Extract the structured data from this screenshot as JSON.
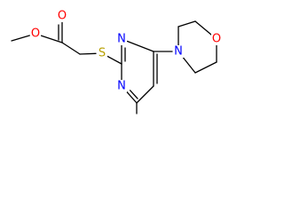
{
  "molecule": {
    "atoms": [
      {
        "id": "c_methyl_ester",
        "label": ""
      },
      {
        "id": "o_ester",
        "label": "O",
        "color": "#ff0000"
      },
      {
        "id": "c_carbonyl",
        "label": ""
      },
      {
        "id": "o_carbonyl",
        "label": "O",
        "color": "#ff0000"
      },
      {
        "id": "c_methylene",
        "label": ""
      },
      {
        "id": "s_thioether",
        "label": "S",
        "color": "#b8a000"
      },
      {
        "id": "c2",
        "label": ""
      },
      {
        "id": "n3",
        "label": "N",
        "color": "#0000ff"
      },
      {
        "id": "c4",
        "label": ""
      },
      {
        "id": "c5",
        "label": ""
      },
      {
        "id": "c6",
        "label": ""
      },
      {
        "id": "n1",
        "label": "N",
        "color": "#0000ff"
      },
      {
        "id": "c_methyl_ring",
        "label": ""
      },
      {
        "id": "n_morpholine",
        "label": "N",
        "color": "#0000ff"
      },
      {
        "id": "c_m1",
        "label": ""
      },
      {
        "id": "c_m2",
        "label": ""
      },
      {
        "id": "o_morpholine",
        "label": "O",
        "color": "#ff0000"
      },
      {
        "id": "c_m3",
        "label": ""
      },
      {
        "id": "c_m4",
        "label": ""
      }
    ]
  }
}
